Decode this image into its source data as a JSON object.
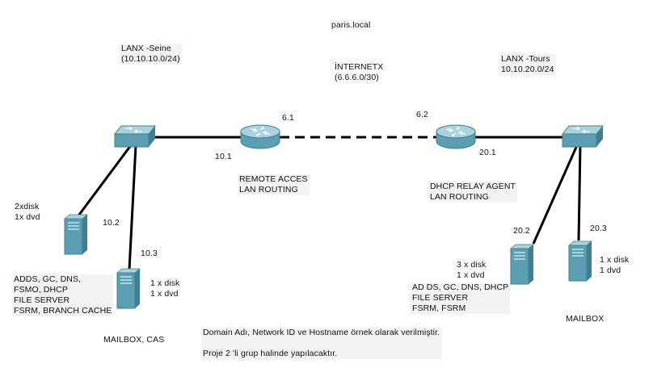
{
  "domain_name": "paris.local",
  "lan_left": {
    "name": "LANX -Seine",
    "subnet": "(10.10.10.0/24)"
  },
  "wan": {
    "name": "İNTERNETX",
    "subnet": "(6.6.6.0/30)"
  },
  "lan_right": {
    "name": "LANX -Tours",
    "subnet": "10.10.20.0/24"
  },
  "router_left": {
    "wan_ip": "6.1",
    "lan_ip": "10.1",
    "roles": [
      "REMOTE ACCES",
      "LAN ROUTING"
    ]
  },
  "router_right": {
    "wan_ip": "6.2",
    "lan_ip": "20.1",
    "roles": [
      "DHCP RELAY AGENT",
      "LAN ROUTING"
    ]
  },
  "server_dc_left": {
    "ip": "10.2",
    "disks": [
      "2xdisk",
      "1x dvd"
    ],
    "roles": [
      "ADDS, GC, DNS,",
      "FSMO, DHCP",
      "FILE SERVER",
      "FSRM, BRANCH CACHE"
    ]
  },
  "server_mail_left": {
    "ip": "10.3",
    "disks": [
      "1 x disk",
      "1 x dvd"
    ],
    "label": "MAILBOX, CAS"
  },
  "server_dc_right": {
    "ip": "20.2",
    "disks": [
      "3 x disk",
      "1 x dvd"
    ],
    "roles": [
      "AD DS, GC, DNS, DHCP",
      "FILE SERVER",
      "FSRM, FSRM"
    ]
  },
  "server_mail_right": {
    "ip": "20.3",
    "disks": [
      "1 x disk",
      "1 dvd"
    ],
    "label": "MAILBOX"
  },
  "notes": [
    "Domain Adı, Network ID ve Hostname örnek olarak verilmiştir.",
    "Proje 2 'li grup halinde yapılacaktır."
  ],
  "colors": {
    "device_body": "#5d9fb2",
    "device_dark": "#3f7f91",
    "device_light": "#a8d3df",
    "link": "#000000"
  }
}
